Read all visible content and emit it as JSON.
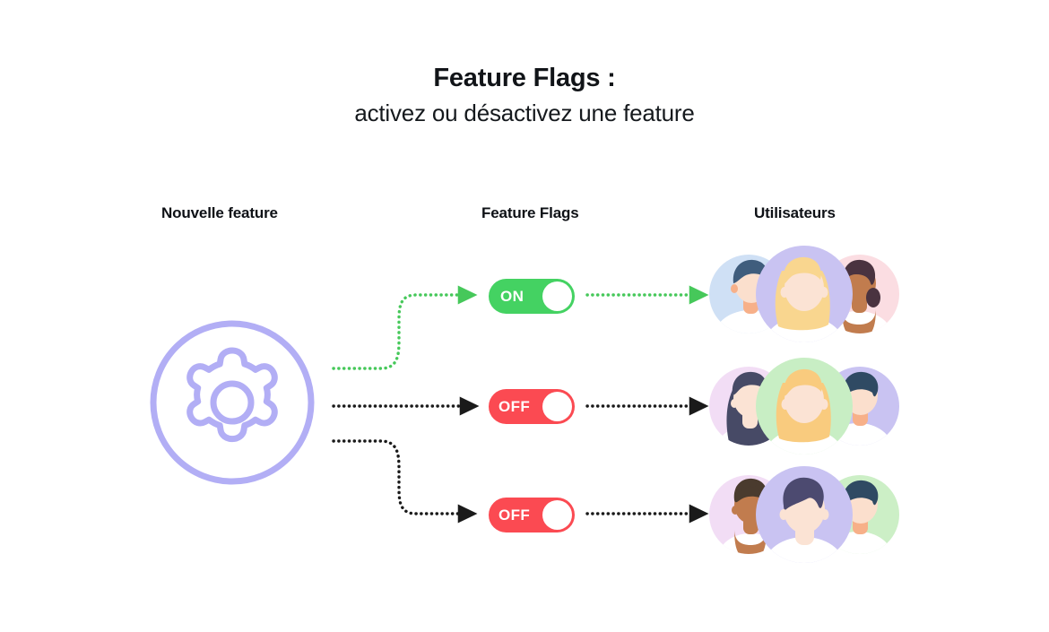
{
  "title": {
    "main": "Feature Flags :",
    "sub": "activez ou désactivez une feature"
  },
  "columns": [
    {
      "label": "Nouvelle feature"
    },
    {
      "label": "Feature Flags"
    },
    {
      "label": "Utilisateurs"
    }
  ],
  "feature_icon": {
    "name": "gear-icon",
    "color": "#b2aef5"
  },
  "colors": {
    "on_green": "#44d262",
    "off_red": "#fb4a52",
    "knob_white": "#ffffff",
    "arrow_black": "#1a1a1a",
    "arrow_green": "#46c85a",
    "gear_purple": "#b2aef5",
    "text_dark": "#111418",
    "background": "#ffffff"
  },
  "rows": [
    {
      "toggle": {
        "label": "ON",
        "state": "on",
        "knob_position": "right"
      },
      "in_arrow": {
        "style": "dotted",
        "color": "#46c85a",
        "shape": "curve-up"
      },
      "out_arrow": {
        "style": "dotted",
        "color": "#46c85a",
        "shape": "straight"
      },
      "users": {
        "name": "user-avatar-group-enabled",
        "avatars": [
          {
            "bg": "#cfe0f5",
            "hair": "#3f5d7d",
            "skin": "#fbdfcd",
            "hair_style": "short-side-part",
            "shirt": "#ffffff"
          },
          {
            "bg": "#c9c3f2",
            "hair": "#f9d68f",
            "skin": "#fbe3d4",
            "hair_style": "long-blonde",
            "shirt": "#ffffff"
          },
          {
            "bg": "#fbdde2",
            "hair": "#4a3340",
            "skin": "#c17c4e",
            "hair_style": "bun-updo",
            "shirt": "#ffffff"
          }
        ]
      }
    },
    {
      "toggle": {
        "label": "OFF",
        "state": "off",
        "knob_position": "right"
      },
      "in_arrow": {
        "style": "dotted",
        "color": "#1a1a1a",
        "shape": "straight"
      },
      "out_arrow": {
        "style": "dotted",
        "color": "#1a1a1a",
        "shape": "straight"
      },
      "users": {
        "name": "user-avatar-group-disabled-1",
        "avatars": [
          {
            "bg": "#f2ddf5",
            "hair": "#474a66",
            "skin": "#fbe3d4",
            "hair_style": "long-dark",
            "shirt": "#ffffff"
          },
          {
            "bg": "#c8eec4",
            "hair": "#f9cb7e",
            "skin": "#fbe3d4",
            "hair_style": "long-blonde",
            "shirt": "#ffffff"
          },
          {
            "bg": "#c9c3f2",
            "hair": "#2f4a63",
            "skin": "#f7b089",
            "hair_style": "short-side-part",
            "shirt": "#ffffff"
          }
        ]
      }
    },
    {
      "toggle": {
        "label": "OFF",
        "state": "off",
        "knob_position": "right"
      },
      "in_arrow": {
        "style": "dotted",
        "color": "#1a1a1a",
        "shape": "curve-down"
      },
      "out_arrow": {
        "style": "dotted",
        "color": "#1a1a1a",
        "shape": "straight"
      },
      "users": {
        "name": "user-avatar-group-disabled-2",
        "avatars": [
          {
            "bg": "#f2ddf5",
            "hair": "#4a3b2e",
            "skin": "#c17c4e",
            "hair_style": "curly-short",
            "shirt": "#ffffff"
          },
          {
            "bg": "#c9c3f2",
            "hair": "#4c4a70",
            "skin": "#fbe3d4",
            "hair_style": "short-swept",
            "shirt": "#ffffff"
          },
          {
            "bg": "#ccefc6",
            "hair": "#2f4a63",
            "skin": "#f7b089",
            "hair_style": "short-side-part",
            "shirt": "#ffffff"
          }
        ]
      }
    }
  ]
}
